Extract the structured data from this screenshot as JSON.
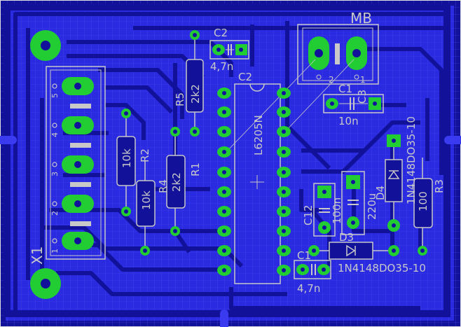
{
  "colors": {
    "board": "#11119a",
    "copper": "#3030e8",
    "grid": "#4848f0",
    "pad": "#22cc33",
    "silk": "#c8c8c8",
    "outline": "#e0e0e0",
    "background": "#000000"
  },
  "labels": {
    "mb": "MB",
    "c2_top": "C2",
    "c2_top_val": "4,7n",
    "c2_ic": "C2",
    "r5": "R5",
    "r5_val": "2k2",
    "c1_top": "C1",
    "c3": "C3",
    "c1_val": "10n",
    "d_top": "1N4148DO35-10",
    "r2": "R2",
    "r2_val": "10k",
    "r4": "R4",
    "r4_val": "10k",
    "r1": "R1",
    "r1_val": "2k2",
    "ic": "L6205N",
    "d4": "D4",
    "r3": "R3",
    "r3_val": "100",
    "c12": "C12",
    "c_mid_val": "100n",
    "c_220": "220u",
    "d3": "D3",
    "d3_val": "1N4148DO35-10",
    "c1_bot": "C1",
    "c1_bot_val": "4,7n",
    "x1": "X1",
    "mb_pin2": "2",
    "mb_pin1": "1",
    "x1_pin5": "5",
    "x1_pin4": "4",
    "x1_pin3": "3",
    "x1_pin2": "2",
    "x1_pin1": "1"
  }
}
